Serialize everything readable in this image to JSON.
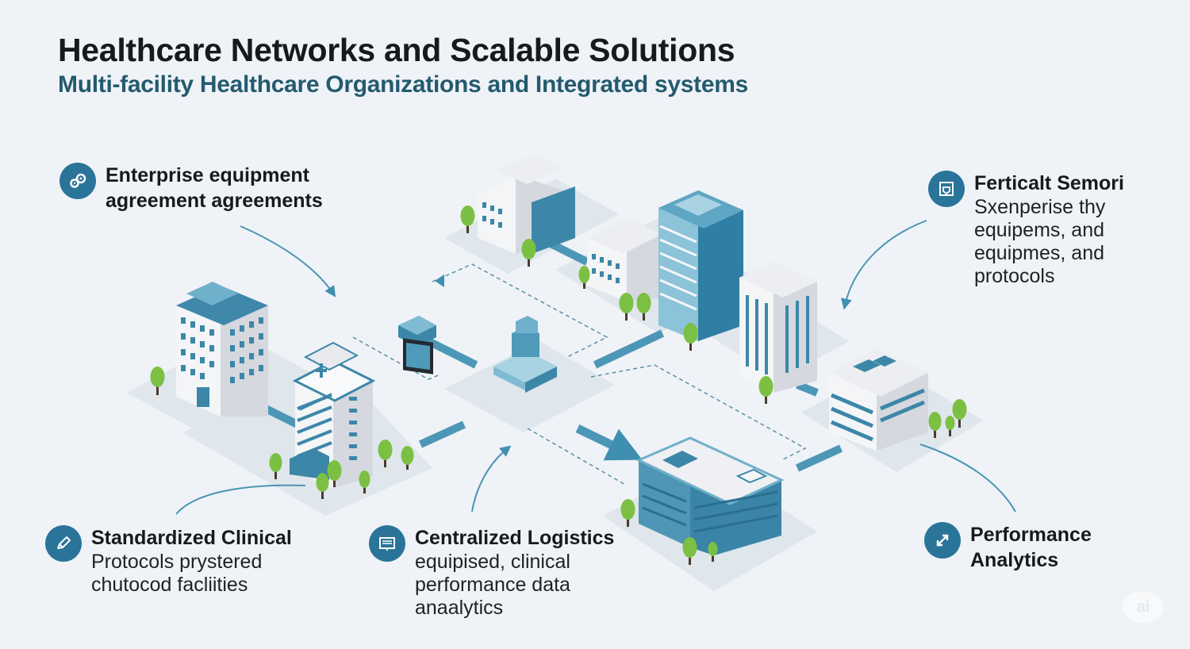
{
  "header": {
    "title": "Healthcare Networks and Scalable Solutions",
    "subtitle": "Multi-facility Healthcare Organizations and Integrated systems"
  },
  "callouts": [
    {
      "id": "enterprise",
      "icon": "gears-icon",
      "heading_lines": [
        "Enterprise equipment",
        "agreement agreements"
      ],
      "body_lines": []
    },
    {
      "id": "ferticalt",
      "icon": "shield-document-icon",
      "heading_lines": [
        "Ferticalt Semori"
      ],
      "body_lines": [
        "Sxenperise thy",
        "equipems, and",
        "equipmes, and",
        "protocols"
      ]
    },
    {
      "id": "standardized",
      "icon": "pencil-icon",
      "heading_lines": [
        "Standardized Clinical"
      ],
      "body_lines": [
        "Protocols prystered",
        "chutocod facliities"
      ]
    },
    {
      "id": "logistics",
      "icon": "monitor-icon",
      "heading_lines": [
        "Centralized Logistics"
      ],
      "body_lines": [
        "equipised, clinical",
        "performance data",
        "anaalytics"
      ]
    },
    {
      "id": "analytics",
      "icon": "transfer-arrows-icon",
      "heading_lines": [
        "Performance",
        "Analytics"
      ],
      "body_lines": []
    }
  ],
  "watermark": {
    "text": "ai"
  },
  "colors": {
    "background": "#eff3f7",
    "accent": "#2a7499",
    "building_blue": "#3c87a8",
    "building_light": "#6fb0cb",
    "wall_white": "#f3f4f6",
    "wall_shade": "#cfd3da",
    "tree": "#7cc043",
    "ground": "#dde4ea"
  }
}
